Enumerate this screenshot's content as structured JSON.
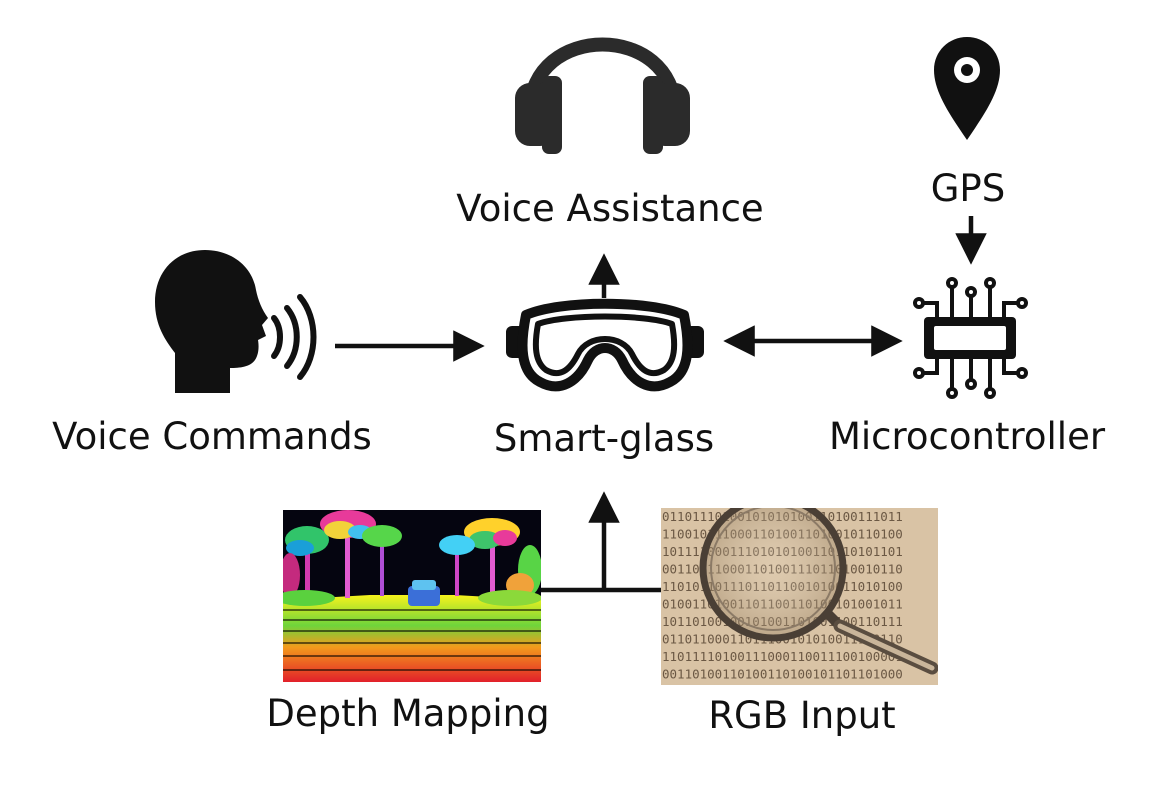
{
  "nodes": {
    "voice_assistance": {
      "label": "Voice Assistance",
      "icon": "headphones-icon"
    },
    "gps": {
      "label": "GPS",
      "icon": "map-pin-icon"
    },
    "voice_commands": {
      "label": "Voice Commands",
      "icon": "speaking-head-icon"
    },
    "smart_glass": {
      "label": "Smart-glass",
      "icon": "goggles-icon"
    },
    "microcontroller": {
      "label": "Microcontroller",
      "icon": "microchip-icon"
    },
    "depth_mapping": {
      "label": "Depth Mapping",
      "icon": "depth-map-image"
    },
    "rgb_input": {
      "label": "RGB Input",
      "icon": "binary-magnifier-image"
    }
  },
  "edges": [
    {
      "from": "smart_glass",
      "to": "voice_assistance",
      "direction": "forward"
    },
    {
      "from": "gps",
      "to": "microcontroller",
      "direction": "forward"
    },
    {
      "from": "voice_commands",
      "to": "smart_glass",
      "direction": "forward"
    },
    {
      "from": "smart_glass",
      "to": "microcontroller",
      "direction": "both"
    },
    {
      "from": "depth_mapping",
      "to": "smart_glass",
      "direction": "forward"
    },
    {
      "from": "rgb_input",
      "to": "smart_glass",
      "direction": "forward"
    }
  ],
  "colors": {
    "ink": "#111111",
    "icon_dark": "#2b2b2b",
    "rgb_paper": "#d9c3a5"
  },
  "rgb_input_binary_rows": [
    "01101110100101010100110100111011",
    "11001011100011010011010010110100",
    "10111100011101010100110110101101",
    "00110111000110100111011010010110",
    "11010110111011011001010011010100",
    "01001101001101100110100101001011",
    "10110100100101001101001100110111",
    "01101100011011100101010011100110",
    "11011110100111000110011100100001",
    "00110100110100110100101101101000"
  ]
}
